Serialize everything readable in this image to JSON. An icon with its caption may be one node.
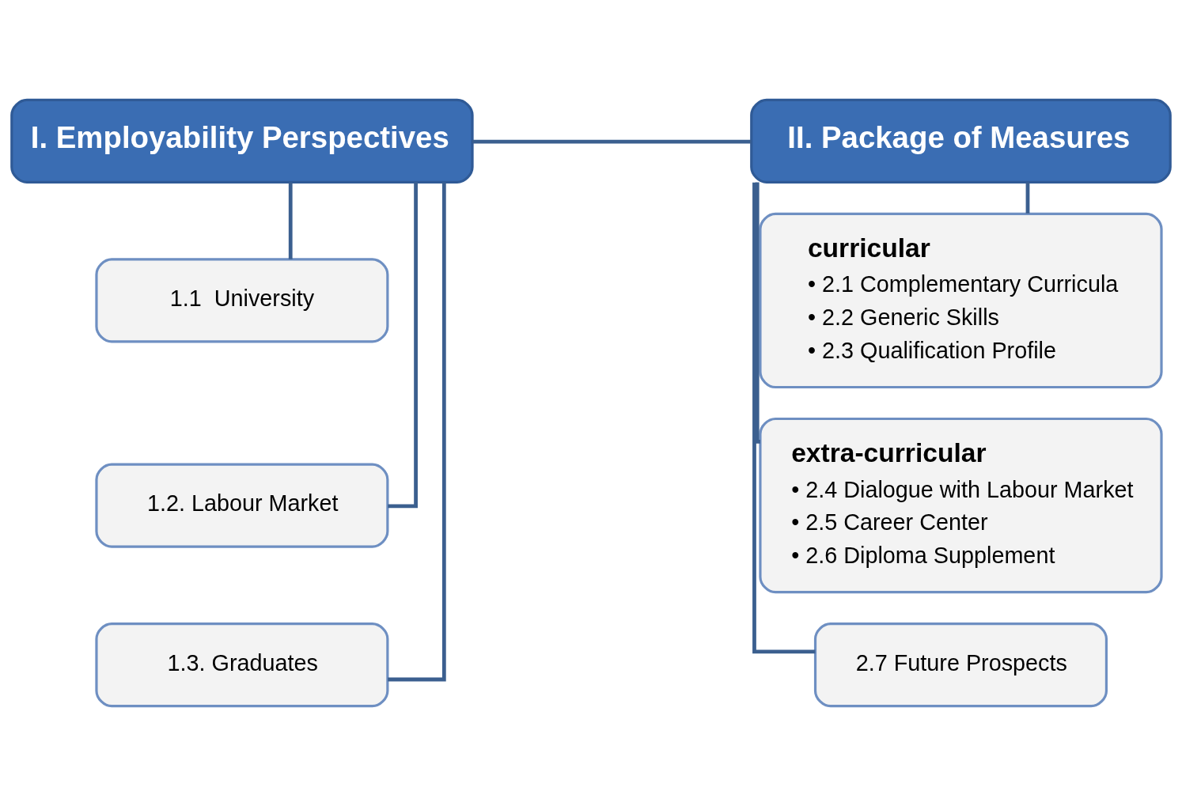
{
  "diagram": {
    "nodes": [
      {
        "text": [
          "I. Employability Perspectives"
        ]
      },
      {
        "text": [
          "II. Package of Measures"
        ]
      },
      {
        "text": [
          "1.1  University"
        ]
      },
      {
        "text": [
          "1.2. Labour Market"
        ]
      },
      {
        "text": [
          "1.3. Graduates"
        ]
      },
      {
        "text": [
          "curricular",
          "• 2.1 Complementary Curricula",
          "• 2.2 Generic Skills",
          "• 2.3 Qualification Profile"
        ]
      },
      {
        "text": [
          "extra-curricular",
          "• 2.4 Dialogue with Labour Market",
          "• 2.5 Career Center",
          "• 2.6 Diploma Supplement"
        ]
      },
      {
        "text": [
          "2.7 Future Prospects"
        ]
      }
    ],
    "edges": [
      {
        "from": 0,
        "to": 1,
        "arrow": "none"
      },
      {
        "from": 0,
        "to": 2,
        "arrow": "none"
      },
      {
        "from": 0,
        "to": 3,
        "arrow": "none"
      },
      {
        "from": 0,
        "to": 4,
        "arrow": "none"
      },
      {
        "from": 1,
        "to": 5,
        "arrow": "none"
      },
      {
        "from": 1,
        "to": 6,
        "arrow": "none"
      },
      {
        "from": 1,
        "to": 7,
        "arrow": "none"
      }
    ]
  }
}
